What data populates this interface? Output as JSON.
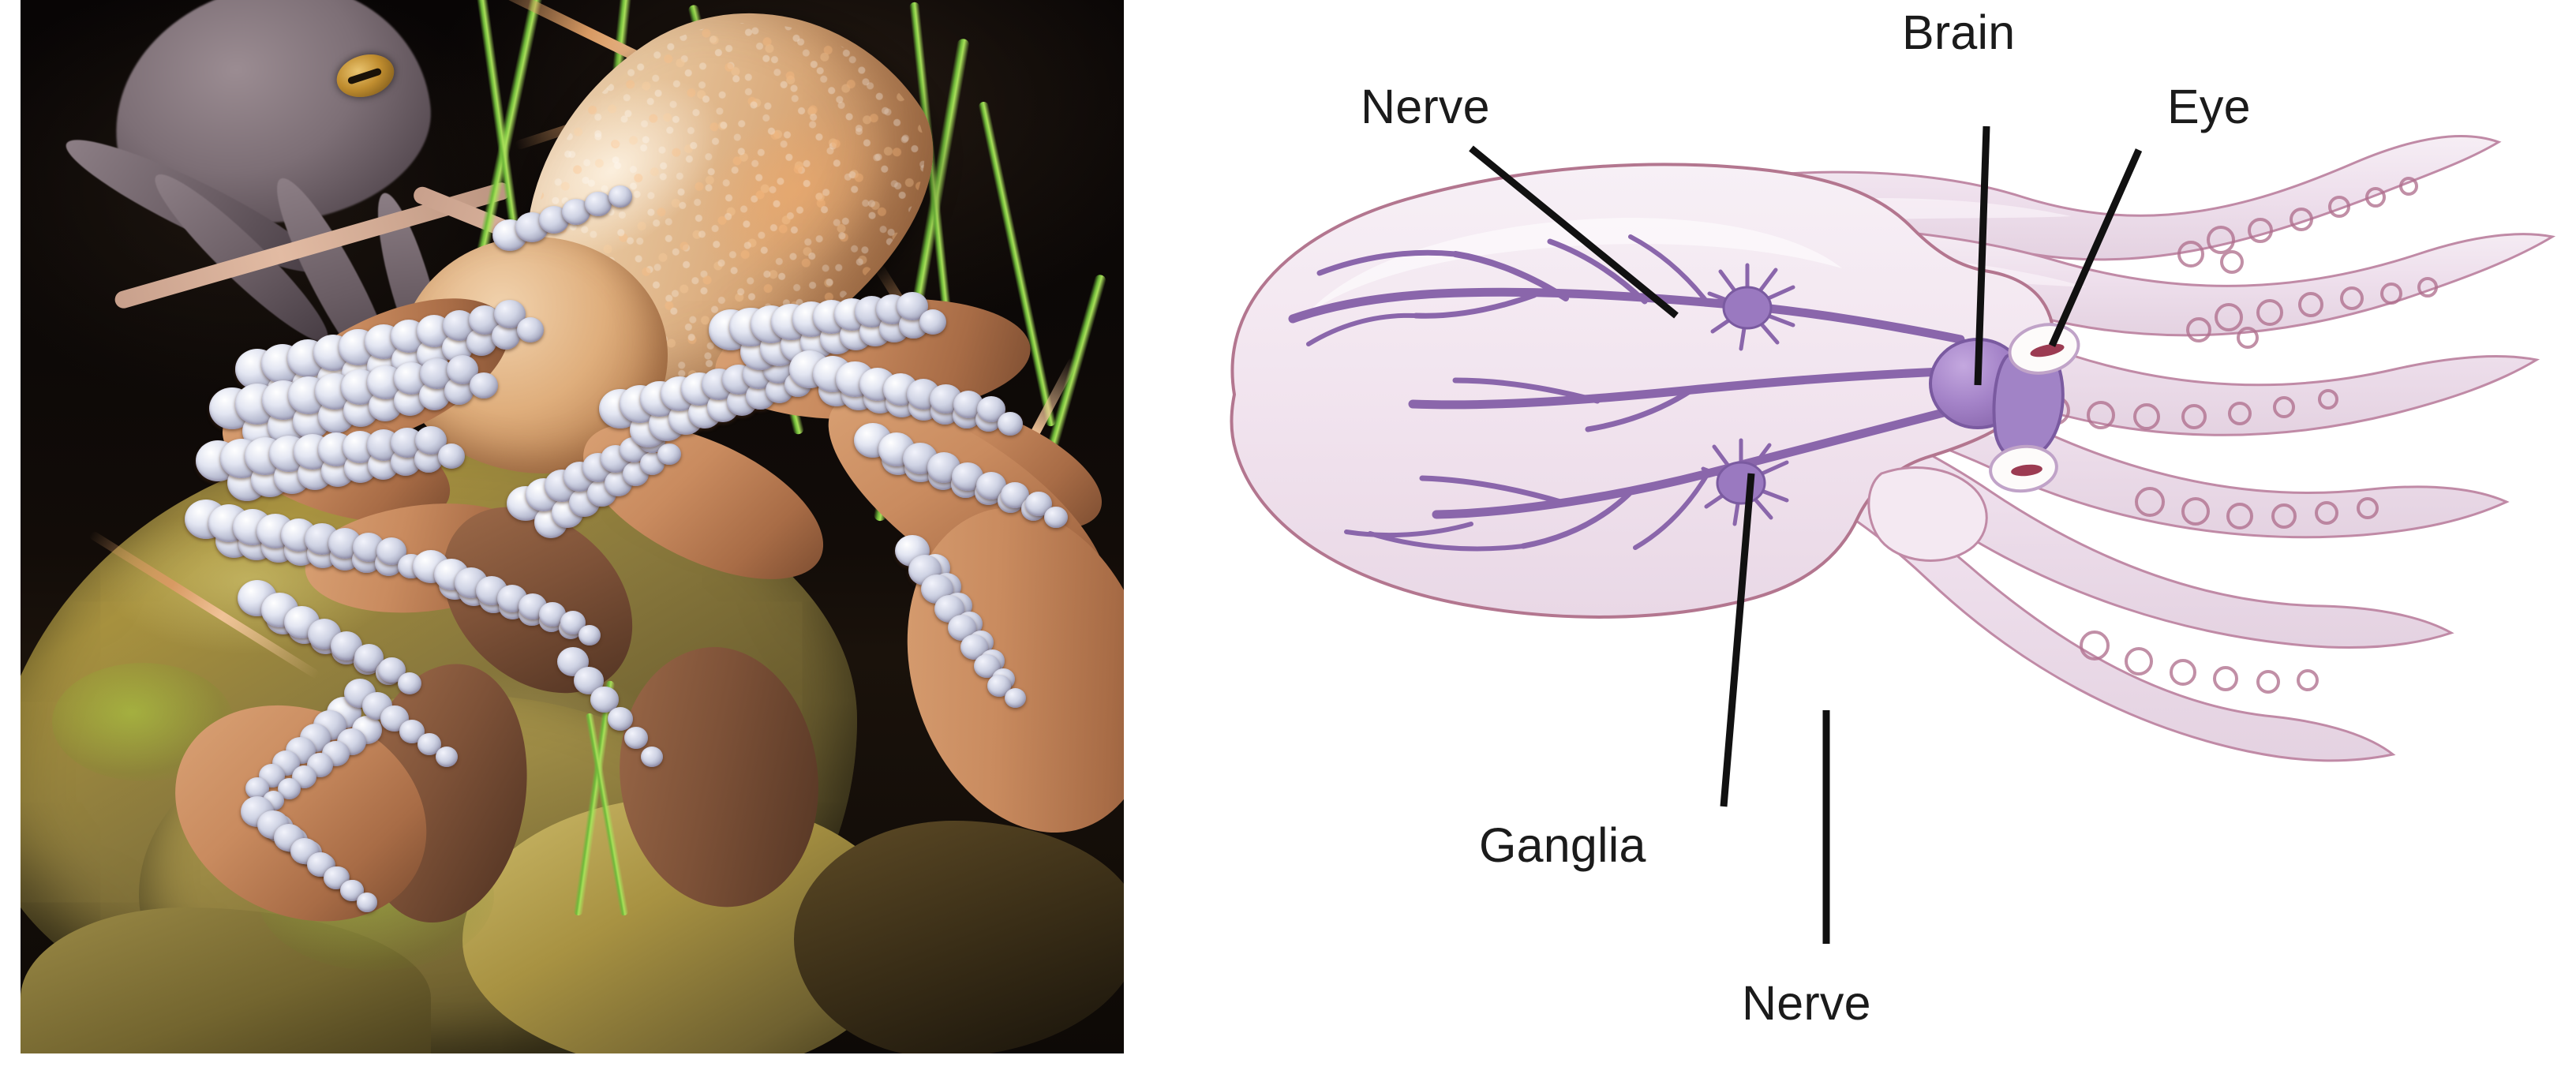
{
  "figure": {
    "type": "two-panel-biology-figure",
    "panels": [
      {
        "id": "photo",
        "kind": "photograph",
        "subject": "Octopus in aquarium on rocky substrate with green plants"
      },
      {
        "id": "diagram",
        "kind": "anatomical-illustration",
        "subject": "Octopus nervous system — brain, eye, nerves and ganglia"
      }
    ]
  },
  "diagram": {
    "labels": {
      "brain": "Brain",
      "eye": "Eye",
      "nerve_top": "Nerve",
      "nerve_bottom": "Nerve",
      "ganglia": "Ganglia"
    },
    "colors": {
      "body_fill": "#f2e6ef",
      "body_outline": "#b3768f",
      "nerve": "#8a66ab",
      "brain": "#9a79c0",
      "eye_white": "#fdfbfa",
      "eye_pupil": "#9c3b52",
      "leader_line": "#111111",
      "label_text": "#1b1b1b",
      "background": "#ffffff"
    }
  },
  "photo": {
    "colors": {
      "water": "#0d0907",
      "rock": "#9c8a45",
      "octopus_skin": "#d9a878",
      "sucker": "#e3e6f2",
      "eye_iris": "#dca232",
      "plant": "#6fb93a"
    }
  }
}
